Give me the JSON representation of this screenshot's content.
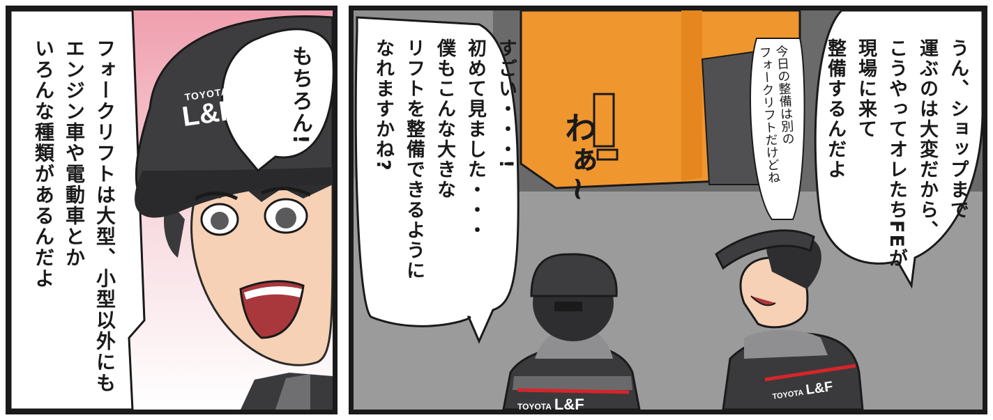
{
  "left_panel": {
    "narration": "フォークリフトは大型、小型以外にも\nエンジン車や電動車とか\nいろんな種類があるんだよ",
    "bubble": "もちろん!",
    "cap_logo_top": "TOYOTA",
    "cap_logo_main": "L&F"
  },
  "right_panel": {
    "bubble_left": "すごい・・・!\n初めて見ました・・・\n僕もこんな大きな\nリフトを整備できるように\nなれますかね?",
    "bubble_right": "うん、ショップまで\n運ぶのは大変だから、\nこうやってオレたちFEが\n現場に来て\n整備するんだよ",
    "sfx": "わぁ~",
    "side_note": "今日の整備は別の\nフォークリフトだけどね",
    "jacket_logo_top": "TOYOTA",
    "jacket_logo_main": "L&F"
  },
  "colors": {
    "forklift_orange": "#f0962f",
    "floor_gray": "#8e8e8e",
    "cap_dark": "#3a3a3c",
    "accent_red": "#d8242a",
    "bg_pink": "#f3b8c1"
  }
}
